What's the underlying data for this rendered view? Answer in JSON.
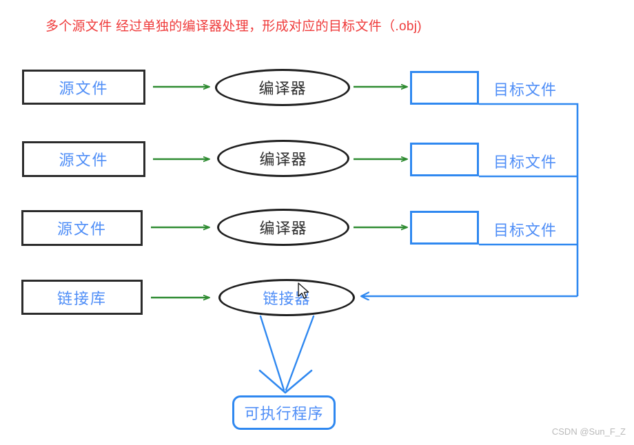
{
  "title": "多个源文件 经过单独的编译器处理，形成对应的目标文件（.obj)",
  "colors": {
    "title_red": "#ef3b3b",
    "node_blue": "#4f8ef7",
    "border_blue": "#2f88f0",
    "arrow_green": "#2e8b31",
    "border_black": "#2b2b2b",
    "watermark_gray": "#b9b9b9"
  },
  "rows": [
    {
      "source_label": "源文件",
      "processor_label": "编译器",
      "object_label": "目标文件"
    },
    {
      "source_label": "源文件",
      "processor_label": "编译器",
      "object_label": "目标文件"
    },
    {
      "source_label": "源文件",
      "processor_label": "编译器",
      "object_label": "目标文件"
    }
  ],
  "link_row": {
    "source_label": "链接库",
    "processor_label": "链接器"
  },
  "output": {
    "label": "可执行程序"
  },
  "watermark": "CSDN @Sun_F_Z",
  "icons": {
    "cursor": "mouse-pointer-icon",
    "arrow_green": "green-arrow-icon",
    "arrow_blue": "blue-arrow-icon"
  }
}
